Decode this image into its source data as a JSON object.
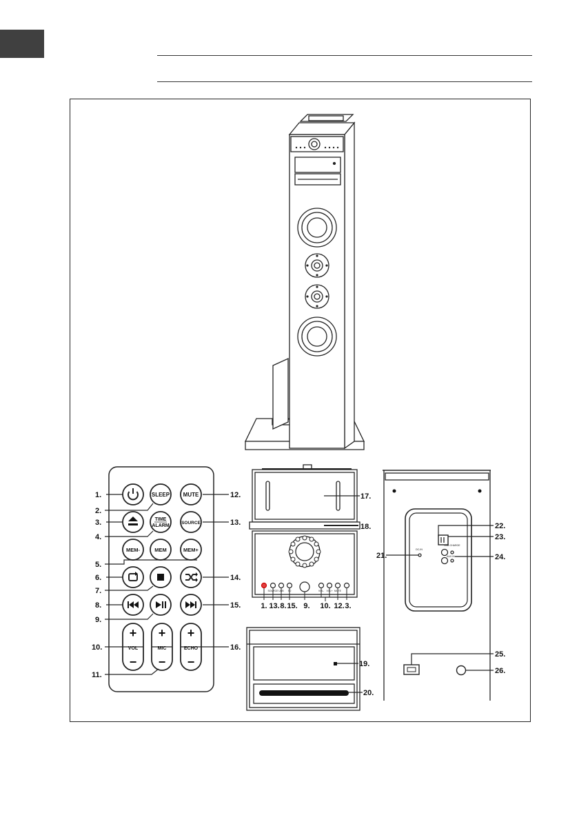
{
  "remote": {
    "buttons": [
      {
        "id": "power",
        "label": "",
        "icon": "power-icon"
      },
      {
        "id": "sleep",
        "label": "SLEEP"
      },
      {
        "id": "mute",
        "label": "MUTE"
      },
      {
        "id": "eject",
        "label": "",
        "icon": "eject-icon"
      },
      {
        "id": "time_alarm",
        "label": "TIME",
        "label2": "ALARM"
      },
      {
        "id": "source",
        "label": "SOURCE"
      },
      {
        "id": "mem_minus",
        "label": "MEM-"
      },
      {
        "id": "mem",
        "label": "MEM"
      },
      {
        "id": "mem_plus",
        "label": "MEM+"
      },
      {
        "id": "repeat",
        "label": "",
        "icon": "repeat-icon"
      },
      {
        "id": "stop",
        "label": "",
        "icon": "stop-icon"
      },
      {
        "id": "shuffle",
        "label": "",
        "icon": "shuffle-icon"
      },
      {
        "id": "prev",
        "label": "",
        "icon": "skip-back-icon"
      },
      {
        "id": "play_pause",
        "label": "",
        "icon": "play-pause-icon"
      },
      {
        "id": "next",
        "label": "",
        "icon": "skip-forward-icon"
      }
    ],
    "rockers": [
      {
        "id": "vol",
        "label": "VOL",
        "plus": "+",
        "minus": "−"
      },
      {
        "id": "mic",
        "label": "MIC",
        "plus": "+",
        "minus": "−"
      },
      {
        "id": "echo",
        "label": "ECHO",
        "plus": "+",
        "minus": "−"
      }
    ]
  },
  "callouts": {
    "c1": "1.",
    "c2": "2.",
    "c3": "3.",
    "c4": "4.",
    "c5": "5.",
    "c6": "6.",
    "c7": "7.",
    "c8": "8.",
    "c9": "9.",
    "c10": "10.",
    "c11": "11.",
    "c12": "12.",
    "c13": "13.",
    "c14": "14.",
    "c15": "15.",
    "c16": "16.",
    "c17": "17.",
    "c18": "18.",
    "c19": "19.",
    "c20": "20.",
    "c21": "21.",
    "c22": "22.",
    "c23": "23.",
    "c24": "24.",
    "c25": "25.",
    "c26": "26."
  },
  "top_panel": {
    "bottom_labels": [
      "1.",
      "13.",
      "8.",
      "15.",
      "9.",
      "10.",
      "12.",
      "3."
    ],
    "tiny_labels": [
      "SOURCE",
      "USB",
      "SD",
      "",
      "",
      "VOL-",
      "VOL+",
      "MUTE",
      ""
    ]
  },
  "rear": {
    "dc_label": "DC-IN",
    "usb_charge_label": "USB CHARGE",
    "aux_label": "AUX IN"
  }
}
